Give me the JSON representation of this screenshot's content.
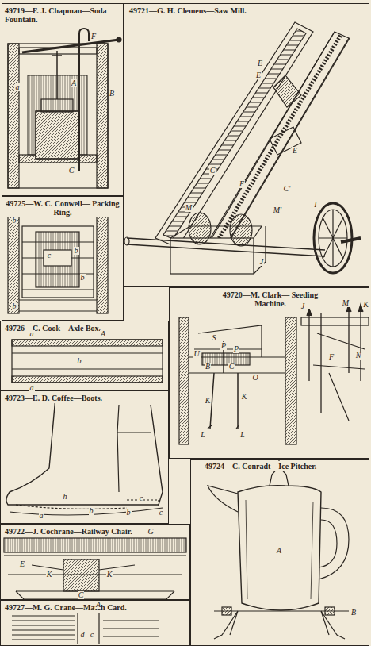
{
  "diagram": {
    "nodes": [
      {
        "text": [
          "49719—F. J. Chapman—Soda Fountain."
        ]
      },
      {
        "text": [
          "49721—G. H. Clemens—Saw Mill."
        ]
      },
      {
        "text": [
          "49725—W. C. Conwell— Packing Ring."
        ]
      },
      {
        "text": [
          "49720—M. Clark— Seeding Machine."
        ]
      },
      {
        "text": [
          "49726—C. Cook—Axle Box."
        ]
      },
      {
        "text": [
          "49723—E. D. Coffee—Boots."
        ]
      },
      {
        "text": [
          "49724—C. Conradt—Ice Pitcher."
        ]
      },
      {
        "text": [
          "49722—J. Cochrane—Railway Chair."
        ]
      },
      {
        "text": [
          "49727—M. G. Crane—Match Card."
        ]
      }
    ],
    "labels": [
      "F",
      "a",
      "A",
      "B",
      "C",
      "E",
      "E",
      "E",
      "C",
      "F",
      "C'",
      "M",
      "M'",
      "J",
      "I",
      "b",
      "c",
      "b",
      "b",
      "b",
      "J",
      "M",
      "K",
      "S",
      "P",
      "P",
      "U",
      "B",
      "C",
      "O",
      "K",
      "K",
      "L",
      "L",
      "F",
      "N",
      "a",
      "A",
      "b",
      "a",
      "a",
      "h",
      "b",
      "b",
      "c",
      "c",
      "G",
      "E",
      "K",
      "K",
      "C",
      "A",
      "A",
      "B",
      "d",
      "c"
    ]
  }
}
